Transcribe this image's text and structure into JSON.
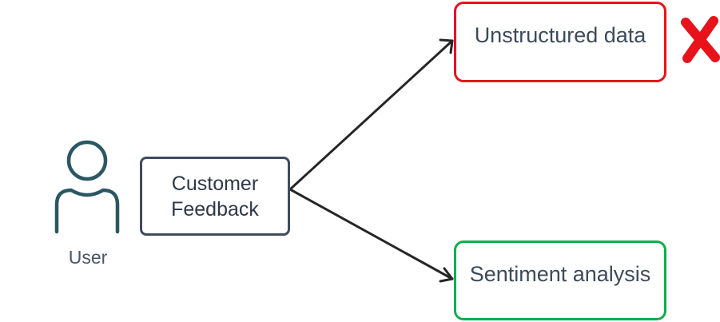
{
  "diagram": {
    "user": {
      "label": "User",
      "icon": "user-icon"
    },
    "feedback_box": {
      "label": "Customer\nFeedback",
      "border_color": "#3f4b5e"
    },
    "targets": {
      "unstructured": {
        "label": "Unstructured data",
        "border_color": "#e8121b",
        "status_icon": "red-x-icon"
      },
      "sentiment": {
        "label": "Sentiment analysis",
        "border_color": "#0fae4c"
      }
    },
    "colors": {
      "icon_teal": "#2b5763",
      "arrow": "#262626",
      "cross": "#e8121b"
    }
  }
}
